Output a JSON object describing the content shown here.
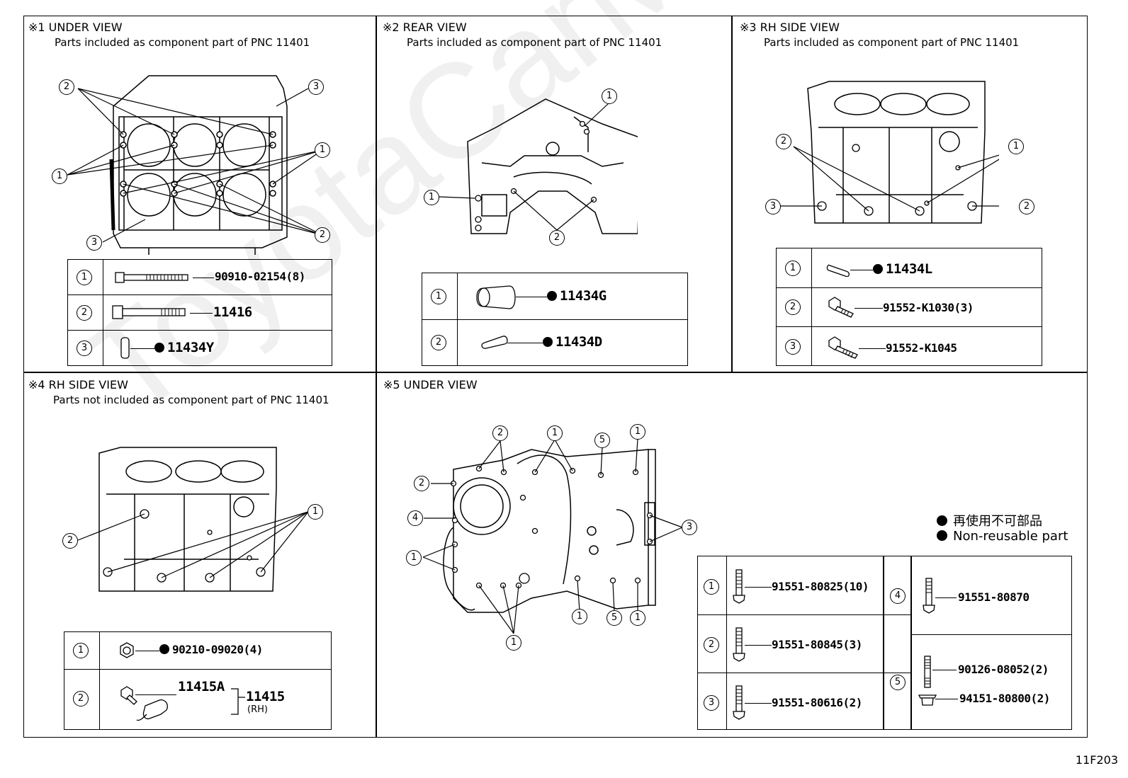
{
  "watermark": "ToyotaCarMirror.ru",
  "footer_code": "11F203",
  "legend": {
    "jp": "再使用不可部品",
    "en": "Non-reusable part"
  },
  "panels": {
    "p1": {
      "title": "※1 UNDER VIEW",
      "subtitle": "Parts included as component part of PNC 11401",
      "rows": [
        {
          "num": "1",
          "part": "90910-02154(8)"
        },
        {
          "num": "2",
          "part": "11416"
        },
        {
          "num": "3",
          "part": "11434Y"
        }
      ]
    },
    "p2": {
      "title": "※2 REAR VIEW",
      "subtitle": "Parts included as component part of PNC 11401",
      "rows": [
        {
          "num": "1",
          "part": "11434G"
        },
        {
          "num": "2",
          "part": "11434D"
        }
      ]
    },
    "p3": {
      "title": "※3 RH SIDE VIEW",
      "subtitle": "Parts included as component part of PNC 11401",
      "rows": [
        {
          "num": "1",
          "part": "11434L"
        },
        {
          "num": "2",
          "part": "91552-K1030(3)"
        },
        {
          "num": "3",
          "part": "91552-K1045"
        }
      ]
    },
    "p4": {
      "title": "※4 RH SIDE VIEW",
      "subtitle": "Parts not included as component part of PNC 11401",
      "rows": [
        {
          "num": "1",
          "part": "90210-09020(4)"
        },
        {
          "num": "2",
          "part": "11415A",
          "assembly": "11415",
          "assembly_note": "(RH)"
        }
      ]
    },
    "p5": {
      "title": "※5 UNDER VIEW",
      "rows_left": [
        {
          "num": "1",
          "part": "91551-80825(10)"
        },
        {
          "num": "2",
          "part": "91551-80845(3)"
        },
        {
          "num": "3",
          "part": "91551-80616(2)"
        }
      ],
      "rows_right": [
        {
          "num": "4",
          "part": "91551-80870"
        },
        {
          "num": "5",
          "part_a": "90126-08052(2)",
          "part_b": "94151-80800(2)"
        }
      ]
    }
  }
}
